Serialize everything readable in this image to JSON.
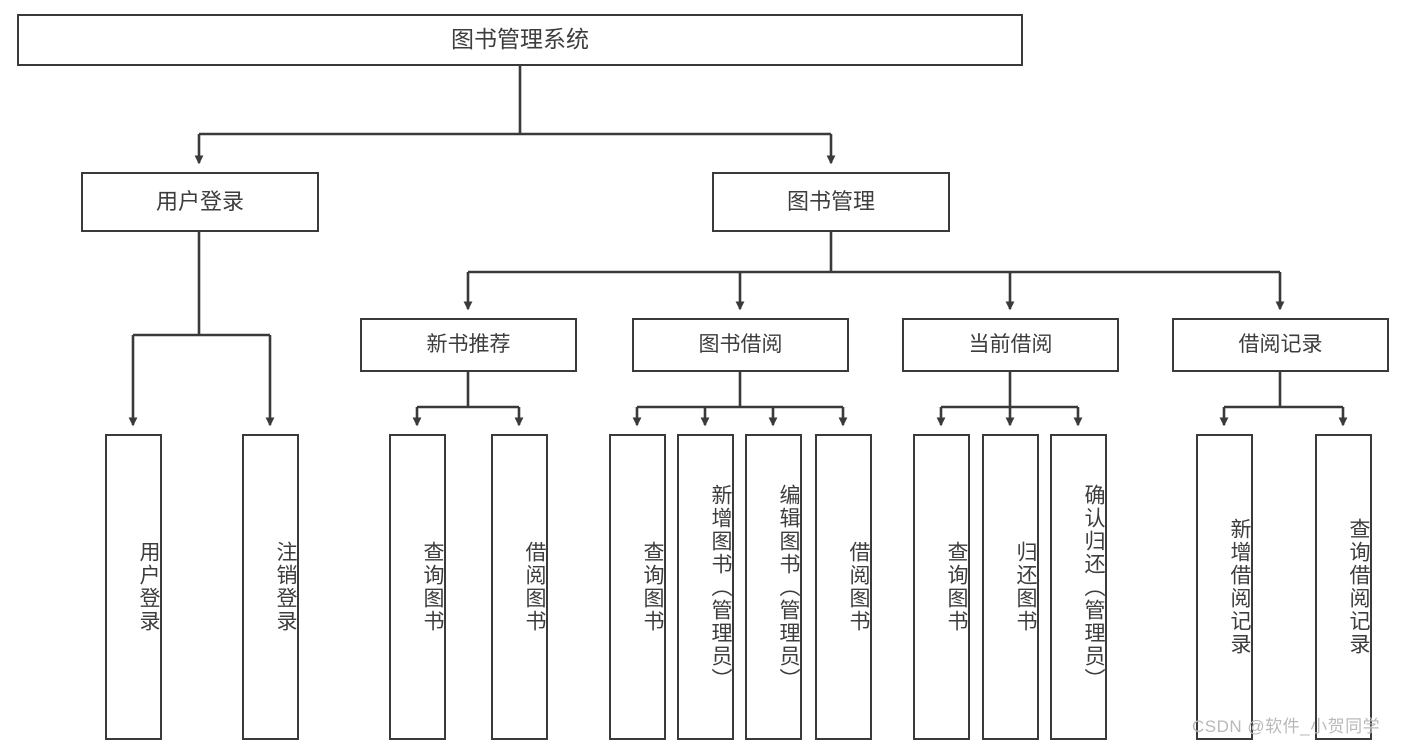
{
  "diagram": {
    "title": "图书管理系统",
    "type": "hierarchy-tree",
    "colors": {
      "border": "#3a3a3a",
      "text": "#3d3d3d",
      "background": "#ffffff",
      "watermark": "#b9b9b9"
    },
    "root": {
      "label": "图书管理系统"
    },
    "tier2": [
      {
        "label": "用户登录"
      },
      {
        "label": "图书管理"
      }
    ],
    "tier3": [
      {
        "label": "新书推荐"
      },
      {
        "label": "图书借阅"
      },
      {
        "label": "当前借阅"
      },
      {
        "label": "借阅记录"
      }
    ],
    "leaves": [
      {
        "label": "用户登录"
      },
      {
        "label": "注销登录"
      },
      {
        "label": "查询图书"
      },
      {
        "label": "借阅图书"
      },
      {
        "label": "查询图书"
      },
      {
        "label": "新增图书（管理员）"
      },
      {
        "label": "编辑图书（管理员）"
      },
      {
        "label": "借阅图书"
      },
      {
        "label": "查询图书"
      },
      {
        "label": "归还图书"
      },
      {
        "label": "确认归还（管理员）"
      },
      {
        "label": "新增借阅记录"
      },
      {
        "label": "查询借阅记录"
      }
    ]
  },
  "watermark": {
    "text": "CSDN @软件_小贺同学"
  }
}
